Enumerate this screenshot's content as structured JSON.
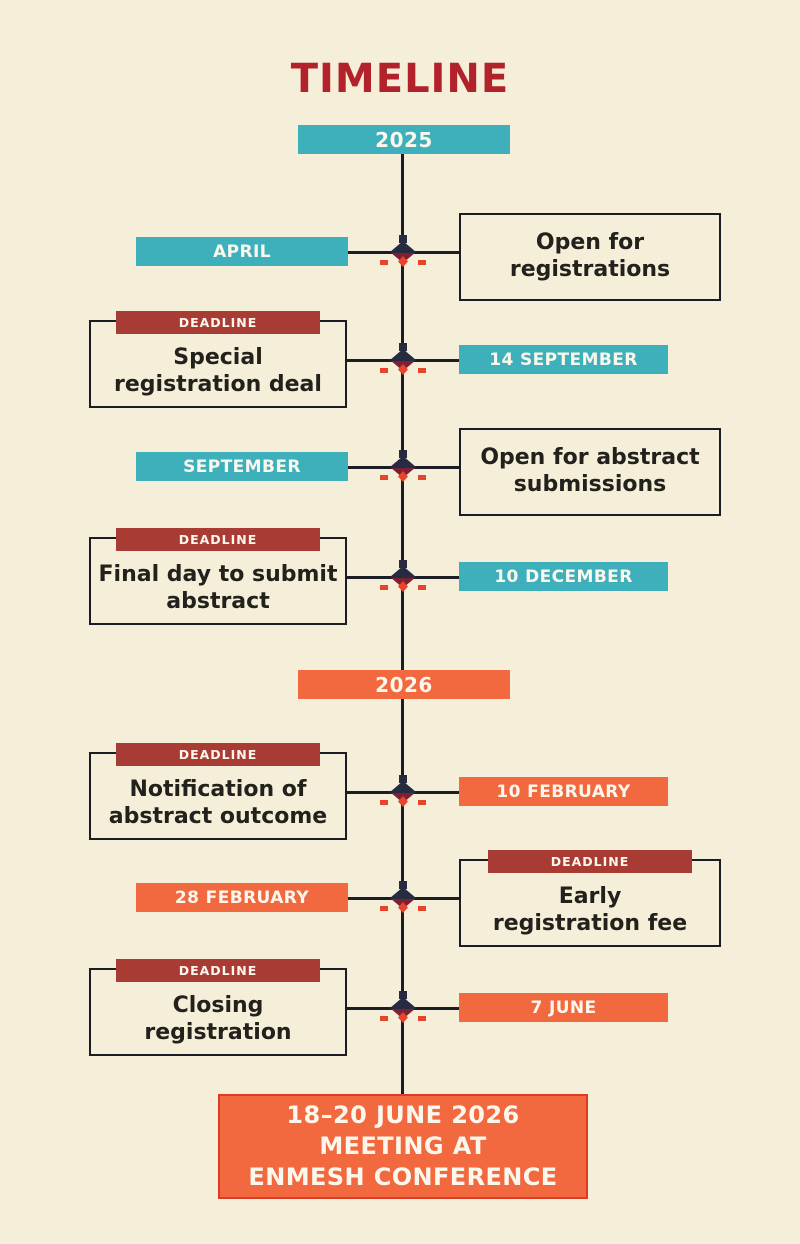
{
  "title": "TIMELINE",
  "colors": {
    "bg": "#f5efda",
    "teal": "#3db0bc",
    "orange": "#f2683f",
    "deadline_red": "#a93b35",
    "title_red": "#b2222a",
    "line": "#1c1c24",
    "navy": "#262b42",
    "maroon": "#7d2030",
    "accent": "#e8432b",
    "footer_border": "#dd3b26",
    "text_dark": "#23211c",
    "text_light": "#fbf7ec"
  },
  "era_banners": [
    {
      "label": "2025",
      "color": "teal"
    },
    {
      "label": "2026",
      "color": "orange"
    }
  ],
  "rows": [
    {
      "left": {
        "kind": "banner",
        "label": "APRIL",
        "color": "teal"
      },
      "right": {
        "kind": "event-box",
        "text": "Open for\nregistrations"
      }
    },
    {
      "left": {
        "kind": "deadline-box",
        "badge": "DEADLINE",
        "text": "Special\nregistration deal"
      },
      "right": {
        "kind": "banner",
        "label": "14 SEPTEMBER",
        "color": "teal"
      }
    },
    {
      "left": {
        "kind": "banner",
        "label": "SEPTEMBER",
        "color": "teal"
      },
      "right": {
        "kind": "event-box",
        "text": "Open for abstract\nsubmissions"
      }
    },
    {
      "left": {
        "kind": "deadline-box",
        "badge": "DEADLINE",
        "text": "Final day to submit\nabstract"
      },
      "right": {
        "kind": "banner",
        "label": "10 DECEMBER",
        "color": "teal"
      }
    },
    {
      "left": {
        "kind": "deadline-box",
        "badge": "DEADLINE",
        "text": "Notification of\nabstract outcome"
      },
      "right": {
        "kind": "banner",
        "label": "10 FEBRUARY",
        "color": "orange"
      }
    },
    {
      "left": {
        "kind": "banner",
        "label": "28 FEBRUARY",
        "color": "orange"
      },
      "right": {
        "kind": "deadline-box",
        "badge": "DEADLINE",
        "text": "Early\nregistration fee"
      }
    },
    {
      "left": {
        "kind": "deadline-box",
        "badge": "DEADLINE",
        "text": "Closing\nregistration"
      },
      "right": {
        "kind": "banner",
        "label": "7 JUNE",
        "color": "orange"
      }
    }
  ],
  "footer": {
    "text": "18–20 JUNE 2026\nMEETING AT\nENMESH CONFERENCE"
  }
}
